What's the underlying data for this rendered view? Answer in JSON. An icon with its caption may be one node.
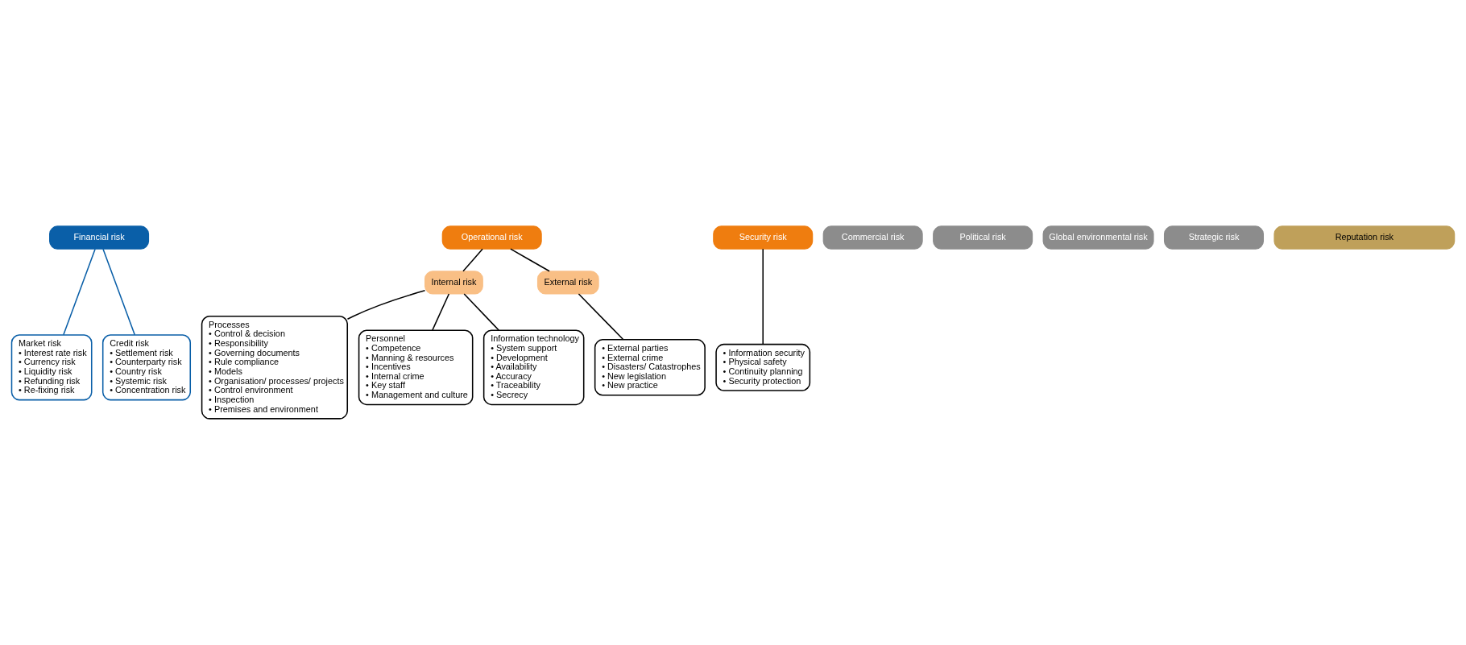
{
  "diagram": {
    "nodes": [
      {
        "text": [
          "Financial risk"
        ]
      },
      {
        "text": [
          "Operational risk"
        ]
      },
      {
        "text": [
          "Security risk"
        ]
      },
      {
        "text": [
          "Commercial risk"
        ]
      },
      {
        "text": [
          "Political risk"
        ]
      },
      {
        "text": [
          "Global environmental risk"
        ]
      },
      {
        "text": [
          "Strategic risk"
        ]
      },
      {
        "text": [
          "Internal risk"
        ]
      },
      {
        "text": [
          "External risk"
        ]
      },
      {
        "text": [
          "Market risk",
          "• Interest rate risk",
          "• Currency risk",
          "• Liquidity risk",
          "• Refunding risk",
          "• Re-fixing risk"
        ]
      },
      {
        "text": [
          "Credit risk",
          "• Settlement risk",
          "• Counterparty risk",
          "• Country risk",
          "• Systemic risk",
          "• Concentration risk"
        ]
      },
      {
        "text": [
          "Processes",
          "• Control & decision",
          "• Responsibility",
          "• Governing documents",
          "• Rule compliance",
          "• Models",
          "• Organisation/ processes/ projects",
          "• Control environment",
          "• Inspection",
          "• Premises and environment"
        ]
      },
      {
        "text": [
          "Personnel",
          "• Competence",
          "• Manning & resources",
          "• Incentives",
          "• Internal crime",
          "• Key staff",
          "• Management and culture"
        ]
      },
      {
        "text": [
          "Information technology",
          "• System support",
          "• Development",
          "• Availability",
          "• Accuracy",
          "• Traceability",
          "• Secrecy"
        ]
      },
      {
        "text": [
          "• External parties",
          "• External crime",
          "• Disasters/ Catastrophes",
          "• New legislation",
          "• New practice"
        ]
      },
      {
        "text": [
          "• Information security",
          "• Physical safety",
          "• Continuity planning",
          "• Security protection"
        ]
      },
      {
        "text": [
          "Reputation risk"
        ]
      }
    ],
    "edges": [
      {
        "from": 0,
        "to": 9,
        "arrow": "none",
        "color": "#0a5fa8"
      },
      {
        "from": 0,
        "to": 10,
        "arrow": "none",
        "color": "#0a5fa8"
      },
      {
        "from": 1,
        "to": 7,
        "arrow": "none"
      },
      {
        "from": 1,
        "to": 8,
        "arrow": "none"
      },
      {
        "from": 7,
        "to": 11,
        "arrow": "none"
      },
      {
        "from": 7,
        "to": 12,
        "arrow": "none"
      },
      {
        "from": 7,
        "to": 13,
        "arrow": "none"
      },
      {
        "from": 8,
        "to": 14,
        "arrow": "none"
      },
      {
        "from": 2,
        "to": 15,
        "arrow": "none"
      }
    ]
  }
}
